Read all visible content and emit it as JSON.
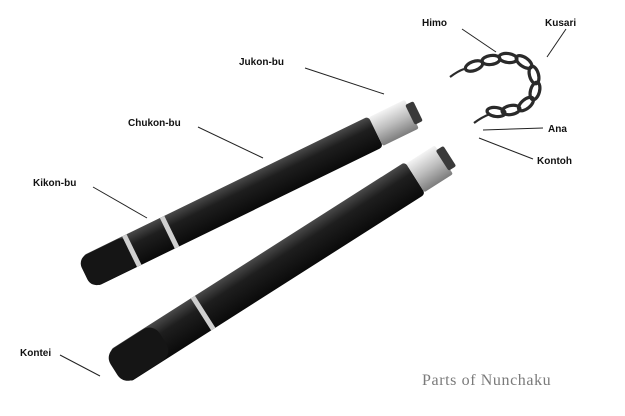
{
  "caption": "Parts of Nunchaku",
  "labels": {
    "himo": "Himo",
    "kusari": "Kusari",
    "jukon_bu": "Jukon-bu",
    "chukon_bu": "Chukon-bu",
    "kikon_bu": "Kikon-bu",
    "ana": "Ana",
    "kontoh": "Kontoh",
    "kontei": "Kontei"
  },
  "colors": {
    "wood": "#1c1c1c",
    "ferrule": "#c9c9c9",
    "chain": "#2a2a2a",
    "caption": "#7a7a7a"
  }
}
